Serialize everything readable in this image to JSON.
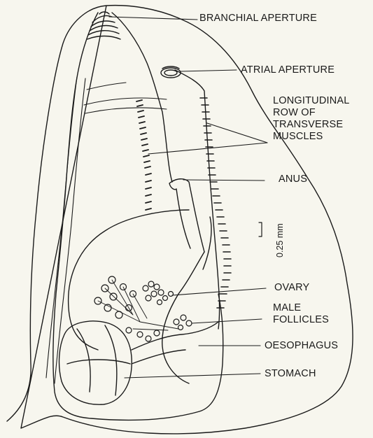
{
  "labels": {
    "branchial_aperture": "BRANCHIAL APERTURE",
    "atrial_aperture": "ATRIAL APERTURE",
    "longitudinal_row": [
      "LONGITUDINAL",
      "ROW OF",
      "TRANSVERSE",
      "MUSCLES"
    ],
    "anus": "ANUS",
    "ovary": "OVARY",
    "male_follicles": [
      "MALE",
      "FOLLICLES"
    ],
    "oesophagus": "OESOPHAGUS",
    "stomach": "STOMACH"
  },
  "scale_bar": {
    "text": "0.25 mm"
  },
  "colors": {
    "ink": "#1a1a1a",
    "background": "#f7f6ee"
  }
}
